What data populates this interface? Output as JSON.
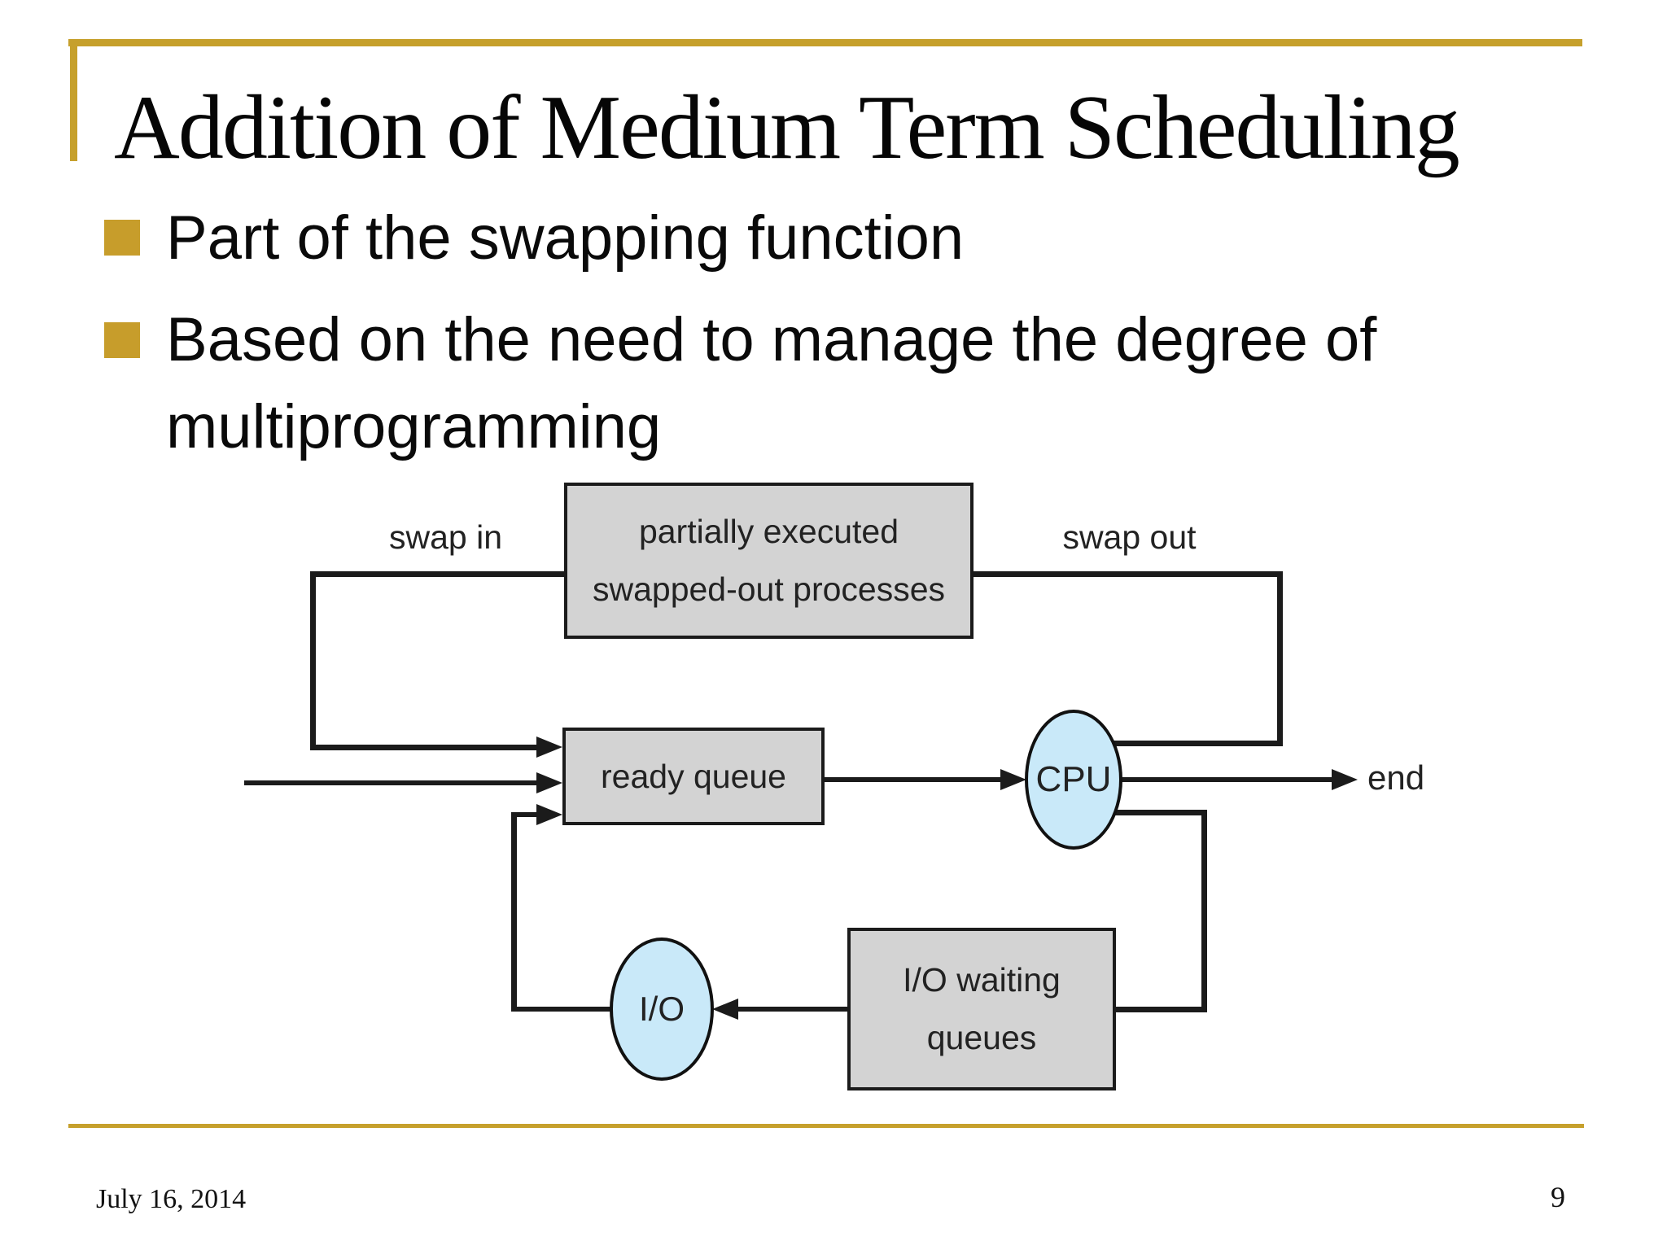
{
  "slide": {
    "title": "Addition of Medium Term Scheduling",
    "bullets": [
      {
        "text": "Part of the swapping function"
      },
      {
        "text": "Based on the need to manage the degree of multiprogramming"
      }
    ]
  },
  "diagram": {
    "labels": {
      "swap_in": "swap in",
      "swap_out": "swap out",
      "end": "end"
    },
    "nodes": {
      "swapped_box": {
        "line1": "partially executed",
        "line2": "swapped-out processes"
      },
      "ready_queue": {
        "label": "ready queue"
      },
      "cpu": {
        "label": "CPU"
      },
      "io": {
        "label": "I/O"
      },
      "io_wait_box": {
        "line1": "I/O waiting",
        "line2": "queues"
      }
    }
  },
  "footer": {
    "date": "July 16, 2014",
    "page_number": "9"
  },
  "colors": {
    "accent_gold": "#C6A02C",
    "bullet_gold": "#C79D2B",
    "node_blue": "#C9E9F9",
    "node_gray": "#D3D3D3",
    "line_black": "#1b1b1b"
  }
}
